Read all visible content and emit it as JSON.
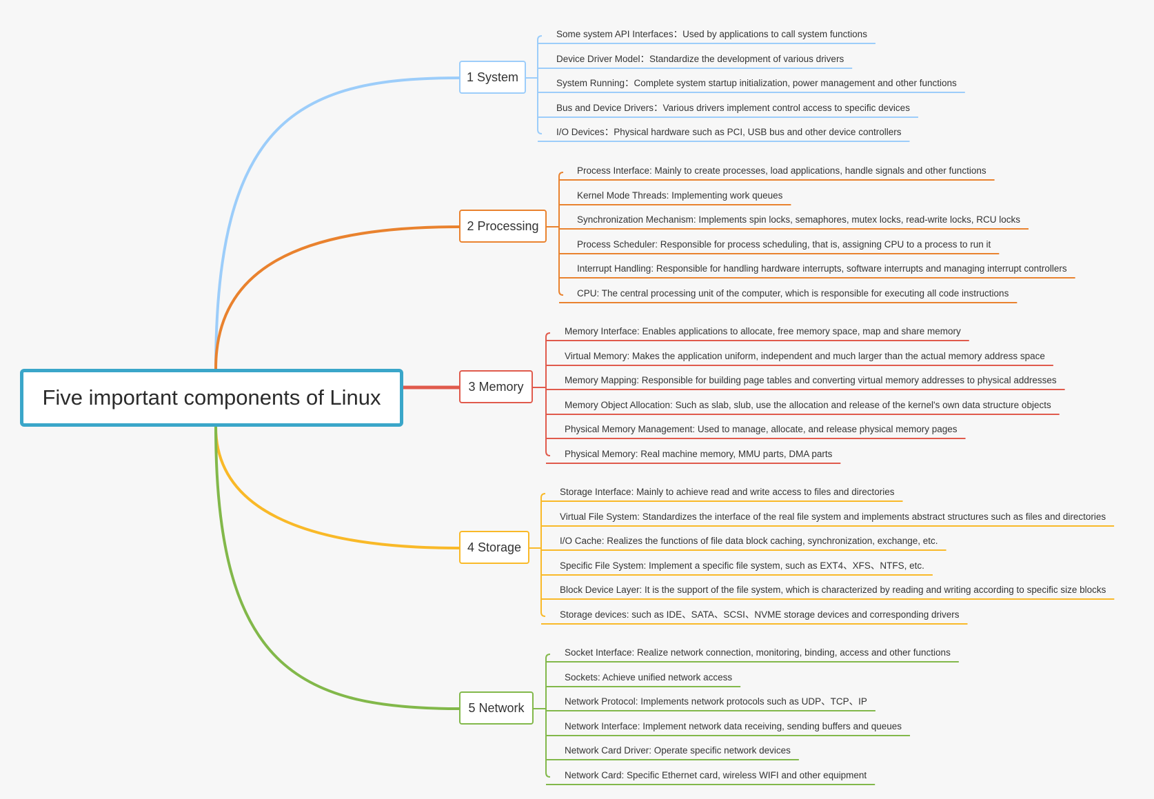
{
  "root": {
    "title": "Five important components of Linux",
    "color": "#3aa6c9"
  },
  "branches": [
    {
      "label": "1 System",
      "color": "#9ccdfa",
      "items": [
        "Some system API Interfaces：Used by applications to call system functions",
        "Device Driver Model：Standardize the development of various drivers",
        "System Running：Complete system startup initialization, power management and other functions",
        "Bus and Device Drivers：Various drivers implement control access to specific devices",
        "I/O Devices：Physical hardware such as PCI, USB bus and other device controllers"
      ]
    },
    {
      "label": "2 Processing",
      "color": "#e9822e",
      "items": [
        "Process Interface: Mainly to create processes, load applications, handle signals and other functions",
        "Kernel Mode Threads: Implementing work queues",
        "Synchronization Mechanism: Implements spin locks, semaphores, mutex locks, read-write locks, RCU locks",
        "Process Scheduler: Responsible for process scheduling, that is, assigning CPU to a process to run it",
        "Interrupt Handling: Responsible for handling hardware interrupts, software interrupts and managing interrupt controllers",
        "CPU: The central processing unit of the computer, which is responsible for executing all code instructions"
      ]
    },
    {
      "label": "3 Memory",
      "color": "#e05a4c",
      "items": [
        "Memory Interface: Enables applications to allocate, free memory space, map and share memory",
        "Virtual Memory: Makes the application uniform, independent and much larger than the actual memory address space",
        "Memory Mapping: Responsible for building page tables and converting virtual memory addresses to physical addresses",
        "Memory Object Allocation: Such as slab, slub, use the allocation and release of the kernel's own data structure objects",
        "Physical Memory Management: Used to manage, allocate, and release physical memory pages",
        "Physical Memory: Real machine memory, MMU parts, DMA parts"
      ]
    },
    {
      "label": "4 Storage",
      "color": "#f9b928",
      "items": [
        "Storage Interface: Mainly to achieve read and write access to files and directories",
        "Virtual File System: Standardizes the interface of the real file system and implements abstract structures such as files and directories",
        "I/O Cache: Realizes the functions of file data block caching, synchronization, exchange, etc.",
        "Specific File System: Implement a specific file system, such as EXT4、XFS、NTFS, etc.",
        "Block Device Layer: It is the support of the file system, which is characterized by reading and writing according to specific size blocks",
        "Storage devices: such as IDE、SATA、SCSI、NVME storage devices and corresponding drivers"
      ]
    },
    {
      "label": "5 Network",
      "color": "#82b84a",
      "items": [
        "Socket Interface: Realize network connection, monitoring, binding, access and other functions",
        "Sockets: Achieve unified network access",
        "Network Protocol: Implements network protocols such as UDP、TCP、IP",
        "Network Interface: Implement network data receiving, sending buffers and queues",
        "Network Card Driver: Operate specific network devices",
        "Network Card: Specific Ethernet card, wireless WIFI and other equipment"
      ]
    }
  ]
}
